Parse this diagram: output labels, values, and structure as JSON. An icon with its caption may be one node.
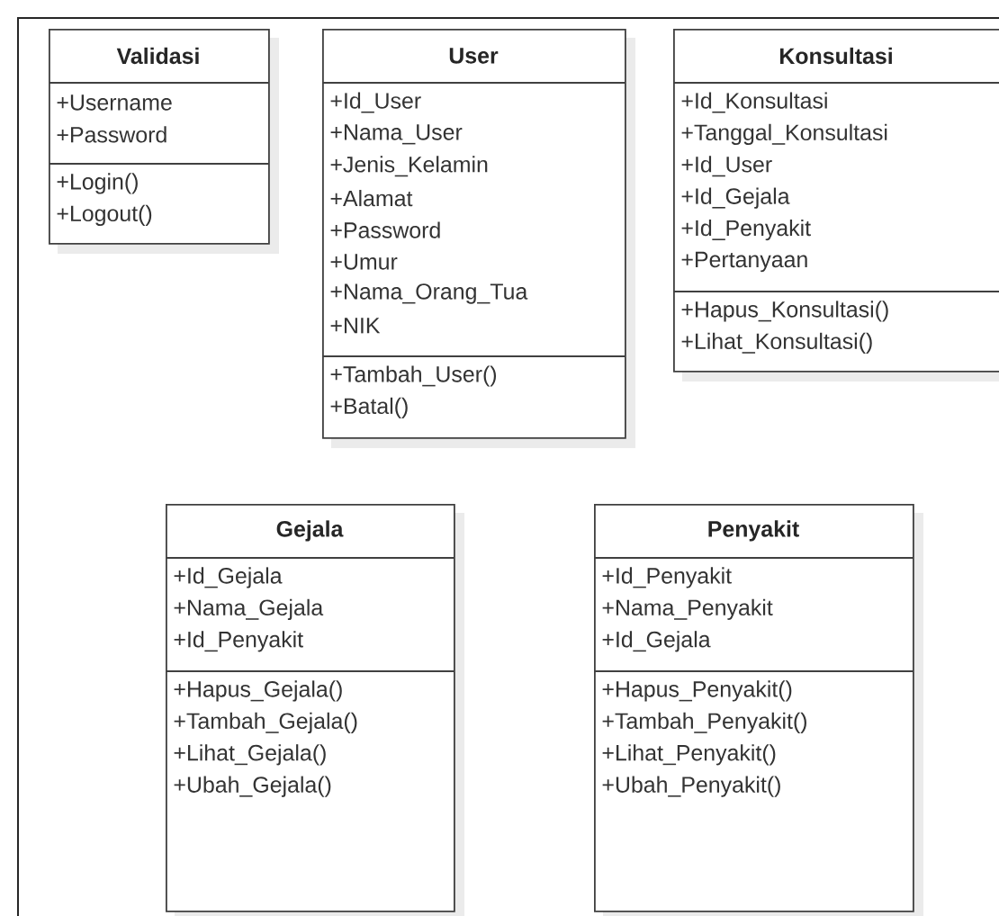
{
  "diagram": {
    "nodes": [
      {
        "text": [
          "Validasi",
          "+Username",
          "+Password",
          "+Login()",
          "+Logout()"
        ]
      },
      {
        "text": [
          "User",
          "+Id_User",
          "+Nama_User",
          "+Jenis_Kelamin",
          "+Alamat",
          "+Password",
          "+Umur",
          "+Nama_Orang_Tua",
          "+NIK",
          "+Tambah_User()",
          "+Batal()"
        ]
      },
      {
        "text": [
          "Konsultasi",
          "+Id_Konsultasi",
          "+Tanggal_Konsultasi",
          "+Id_User",
          "+Id_Gejala",
          "+Id_Penyakit",
          "+Pertanyaan",
          "+Hapus_Konsultasi()",
          "+Lihat_Konsultasi()"
        ]
      },
      {
        "text": [
          "Gejala",
          "+Id_Gejala",
          "+Nama_Gejala",
          "+Id_Penyakit",
          "+Hapus_Gejala()",
          "+Tambah_Gejala()",
          "+Lihat_Gejala()",
          "+Ubah_Gejala()"
        ]
      },
      {
        "text": [
          "Penyakit",
          "+Id_Penyakit",
          "+Nama_Penyakit",
          "+Id_Gejala",
          "+Hapus_Penyakit()",
          "+Tambah_Penyakit()",
          "+Lihat_Penyakit()",
          "+Ubah_Penyakit()"
        ]
      }
    ]
  }
}
